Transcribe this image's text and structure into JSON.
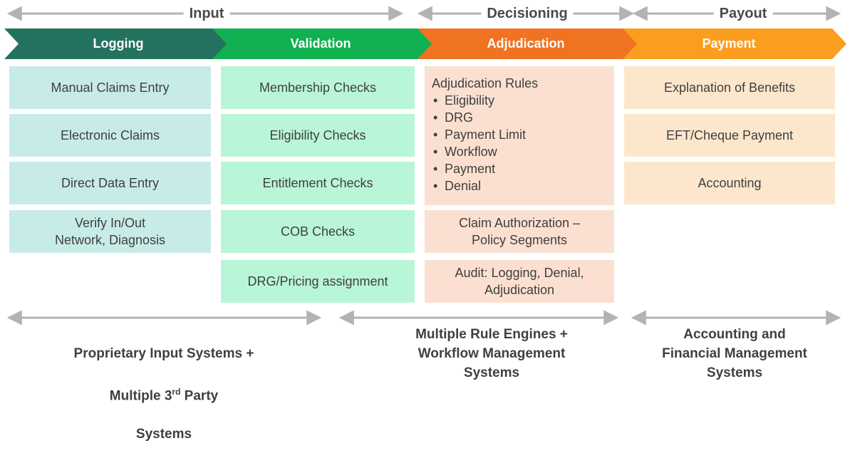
{
  "phases": {
    "input": "Input",
    "decisioning": "Decisioning",
    "payout": "Payout"
  },
  "stages": [
    {
      "label": "Logging",
      "color": "#23725f"
    },
    {
      "label": "Validation",
      "color": "#11b050"
    },
    {
      "label": "Adjudication",
      "color": "#f07322"
    },
    {
      "label": "Payment",
      "color": "#fb9d1f"
    }
  ],
  "logging": {
    "items": [
      "Manual Claims Entry",
      "Electronic Claims",
      "Direct Data Entry",
      "Verify In/Out\nNetwork, Diagnosis"
    ]
  },
  "validation": {
    "items": [
      "Membership Checks",
      "Eligibility Checks",
      "Entitlement Checks",
      "COB Checks",
      "DRG/Pricing assignment"
    ]
  },
  "adjudication": {
    "rules_title": "Adjudication Rules",
    "rules": [
      "Eligibility",
      "DRG",
      "Payment Limit",
      "Workflow",
      "Payment",
      "Denial"
    ],
    "items": [
      "Claim Authorization –\nPolicy Segments",
      "Audit: Logging, Denial,\nAdjudication"
    ]
  },
  "payment": {
    "items": [
      "Explanation of Benefits",
      "EFT/Cheque Payment",
      "Accounting"
    ]
  },
  "systems": {
    "input_line1": "Proprietary Input Systems +",
    "input_line2_pre": "Multiple 3",
    "input_line2_sup": "rd",
    "input_line2_post": " Party",
    "input_line3": "Systems",
    "decisioning": "Multiple Rule Engines +\nWorkflow Management\nSystems",
    "payout": "Accounting and\nFinancial Management\nSystems"
  },
  "colors": {
    "arrow": "#b3b3b3",
    "text": "#3f3f3f"
  }
}
